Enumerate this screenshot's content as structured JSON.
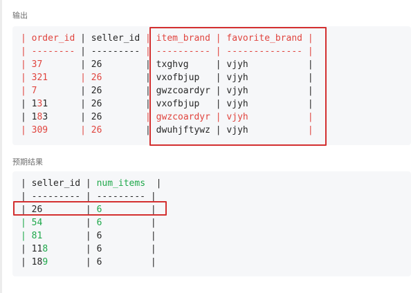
{
  "output": {
    "label": "输出",
    "lines": [
      [
        [
          "r",
          "| order_id "
        ],
        [
          "",
          "| seller_id "
        ],
        [
          "r",
          "| item_brand | favorite_brand |"
        ]
      ],
      [
        [
          "r",
          "| -------- "
        ],
        [
          "",
          "| --------- "
        ],
        [
          "r",
          "| ---------- | -------------- |"
        ]
      ],
      [
        [
          "r",
          "| 37       "
        ],
        [
          "",
          "| 26        "
        ],
        [
          "",
          "| txghvg     | vjyh           |"
        ]
      ],
      [
        [
          "r",
          "| 321      "
        ],
        [
          "r",
          "| 26        "
        ],
        [
          "",
          "| vxofbjup   | vjyh           |"
        ]
      ],
      [
        [
          "r",
          "| 7        "
        ],
        [
          "",
          "| 26        "
        ],
        [
          "",
          "| gwzcoardyr | vjyh           |"
        ]
      ],
      [
        [
          "",
          "| 1"
        ],
        [
          "r",
          "3"
        ],
        [
          "",
          "1      "
        ],
        [
          "",
          "| 26        "
        ],
        [
          "",
          "| vxofbjup   | vjyh           |"
        ]
      ],
      [
        [
          "",
          "| 1"
        ],
        [
          "r",
          "8"
        ],
        [
          "",
          "3      "
        ],
        [
          "",
          "| 26        "
        ],
        [
          "r",
          "| gwzcoardyr | vjyh           |"
        ]
      ],
      [
        [
          "r",
          "| 309      "
        ],
        [
          "r",
          "| 26        "
        ],
        [
          "",
          "| dwuhjftywz | vjyh           "
        ],
        [
          "r",
          "|"
        ]
      ]
    ]
  },
  "expected": {
    "label": "预期结果",
    "lines": [
      [
        [
          "",
          "| seller_id "
        ],
        [
          "",
          "| "
        ],
        [
          "g",
          "num_items"
        ],
        [
          "",
          "  |"
        ]
      ],
      [
        [
          "",
          "| --------- | --------- |"
        ]
      ],
      [
        [
          "",
          "| 26        | "
        ],
        [
          "g",
          "6"
        ],
        [
          "",
          "         |"
        ]
      ],
      [
        [
          "g",
          "| 54        "
        ],
        [
          "",
          "| "
        ],
        [
          "g",
          "6"
        ],
        [
          "",
          "         |"
        ]
      ],
      [
        [
          "g",
          "| 81        "
        ],
        [
          "",
          "| 6         |"
        ]
      ],
      [
        [
          "",
          "| 11"
        ],
        [
          "g",
          "8"
        ],
        [
          "",
          "       | 6         |"
        ]
      ],
      [
        [
          "",
          "| 18"
        ],
        [
          "g",
          "9"
        ],
        [
          "",
          "       | 6         |"
        ]
      ]
    ]
  },
  "colors": {
    "diff_red": "#e0443e",
    "diff_green": "#1ea84a",
    "highlight_box": "#d32f2f",
    "code_background": "#f6f7f9"
  }
}
